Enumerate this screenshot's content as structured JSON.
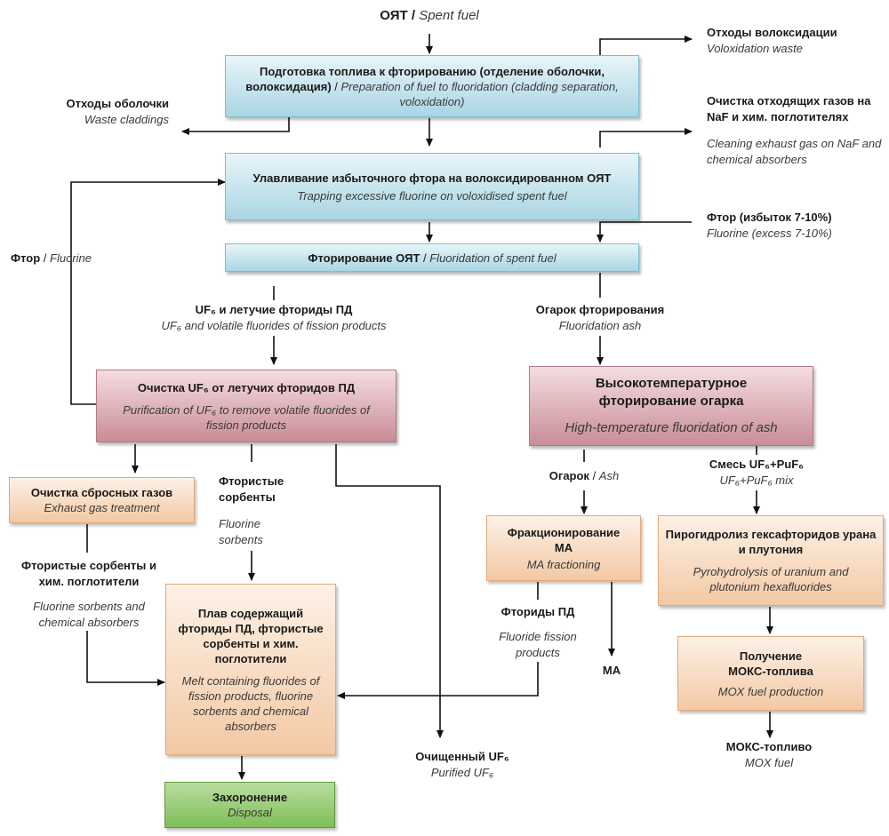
{
  "labels": {
    "spent_fuel_ru": "ОЯТ",
    "spent_fuel_sep": " / ",
    "spent_fuel_en": "Spent fuel",
    "voloxidation_waste_ru": "Отходы волоксидации",
    "voloxidation_waste_en": "Voloxidation waste",
    "waste_claddings_ru": "Отходы оболочки",
    "waste_claddings_en": "Waste claddings",
    "exhaust_gas_ru": "Очистка отходящих газов на NaF и хим. поглотителях",
    "exhaust_gas_en": "Cleaning exhaust gas on NaF and chemical absorbers",
    "fluorine_excess_ru": "Фтор (избыток 7-10%)",
    "fluorine_excess_en": "Fluorine (excess 7-10%)",
    "fluorine_loop_ru": "Фтор",
    "fluorine_loop_sep": " / ",
    "fluorine_loop_en": "Fluorine",
    "uf6_volatile_ru": "UF₆ и летучие фториды ПД",
    "uf6_volatile_en": "UF₆ and volatile fluorides of fission products",
    "fluoridation_ash_ru": "Огарок фторирования",
    "fluoridation_ash_en": "Fluoridation ash",
    "fluor_sorbents_ru": "Фтористые сорбенты",
    "fluor_sorbents_en": "Fluorine sorbents",
    "ash_ru": "Огарок",
    "ash_sep": " / ",
    "ash_en": "Ash",
    "uf6_puf6_ru": "Смесь UF₆+PuF₆",
    "uf6_puf6_en": "UF₆+PuF₆ mix",
    "sorbents_absorbers_ru": "Фтористые сорбенты и хим. поглотители",
    "sorbents_absorbers_en": "Fluorine sorbents and chemical absorbers",
    "fluoride_fp_ru": "Фториды ПД",
    "fluoride_fp_en": "Fluoride fission products",
    "ma": "MA",
    "purified_uf6_ru": "Очищенный UF₆",
    "purified_uf6_en": "Purified UF₆",
    "mox_fuel_ru": "МОКС-топливо",
    "mox_fuel_en": "MOX fuel"
  },
  "boxes": {
    "preparation": {
      "ru": "Подготовка топлива к фторированию (отделение оболочки, волоксидация)",
      "sep": " / ",
      "en": "Preparation of fuel to fluoridation (cladding separation, voloxidation)"
    },
    "trapping": {
      "ru": "Улавливание избыточного фтора на волоксидированном ОЯТ",
      "en": "Trapping excessive fluorine on voloxidised spent fuel"
    },
    "fluoridation": {
      "ru": "Фторирование ОЯТ",
      "sep": " / ",
      "en": "Fluoridation of spent fuel"
    },
    "purification": {
      "ru": "Очистка UF₆ от летучих фторидов ПД",
      "en": "Purification of UF₆ to remove volatile fluorides of fission products"
    },
    "high_temp": {
      "ru": "Высокотемпературное фторирование огарка",
      "en": "High-temperature fluoridation of ash"
    },
    "exhaust_treatment": {
      "ru": "Очистка сбросных газов",
      "en": "Exhaust gas treatment"
    },
    "melt": {
      "ru": "Плав содержащий фториды ПД, фтористые сорбенты и хим. поглотители",
      "en": "Melt containing fluorides of fission products, fluorine sorbents and chemical absorbers"
    },
    "ma_fractioning": {
      "ru": "Фракционирование MA",
      "en": "MA fractioning"
    },
    "pyrohydrolysis": {
      "ru": "Пирогидролиз гексафторидов урана и плутония",
      "en": "Pyrohydrolysis of uranium and plutonium hexafluorides"
    },
    "mox_production": {
      "ru": "Получение МОКС-топлива",
      "en": "MOX fuel production"
    },
    "disposal": {
      "ru": "Захоронение",
      "en": "Disposal"
    }
  },
  "colors": {
    "blue_box": "#a9d6e3",
    "red_box": "#c98d96",
    "orange_box": "#f3c9a4",
    "green_box": "#7fbf57",
    "line": "#111111"
  }
}
